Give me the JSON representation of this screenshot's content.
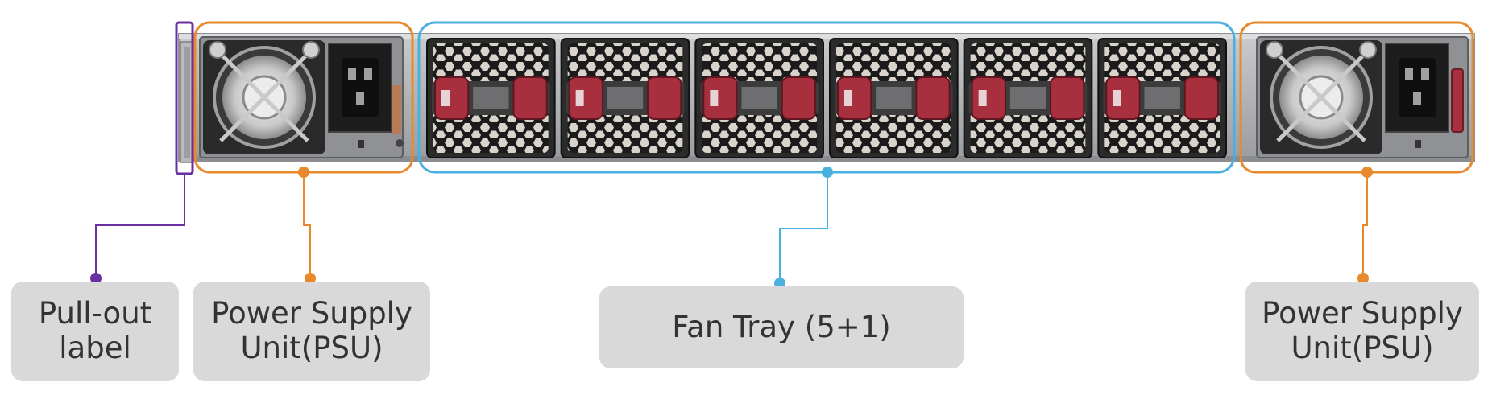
{
  "callouts": {
    "pullout_label": "Pull-out\nlabel",
    "psu_left": "Power Supply\nUnit(PSU)",
    "fan_tray": "Fan Tray (5+1)",
    "psu_right": "Power Supply\nUnit(PSU)"
  },
  "fan_count": 6,
  "colors": {
    "chassis": "#a9abae",
    "fan_handle": "#a8303e",
    "pullout_leader": "#6a2fa0",
    "psu_leader": "#e8892b",
    "fan_leader": "#4ab0e0",
    "callout_bg": "#d9d9d9"
  }
}
